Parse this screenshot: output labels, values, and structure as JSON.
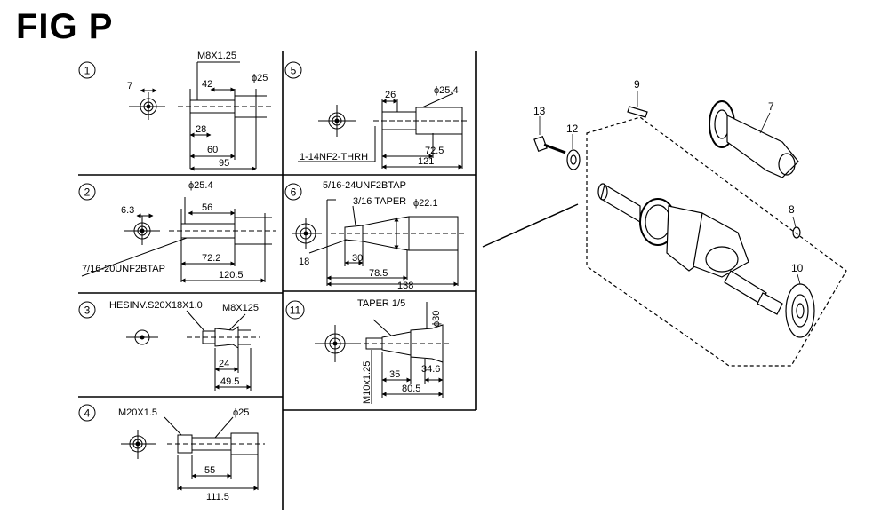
{
  "title": "FIG P",
  "panels": [
    {
      "id": "1",
      "dims": [
        "M8X1.25",
        "7",
        "42",
        "ϕ25",
        "28",
        "60",
        "95"
      ]
    },
    {
      "id": "2",
      "dims": [
        "ϕ25.4",
        "6.3",
        "56",
        "72.2",
        "120.5",
        "7/16-20UNF2BTAP"
      ]
    },
    {
      "id": "3",
      "dims": [
        "HESINV.S20X18X1.0",
        "M8X125",
        "24",
        "49.5"
      ]
    },
    {
      "id": "4",
      "dims": [
        "M20X1.5",
        "ϕ25",
        "55",
        "111.5"
      ]
    },
    {
      "id": "5",
      "dims": [
        "26",
        "ϕ25.4",
        "72.5",
        "121",
        "1-14NF2-THRH"
      ]
    },
    {
      "id": "6",
      "dims": [
        "5/16-24UNF2BTAP",
        "3/16 TAPER",
        "ϕ22.1",
        "18",
        "30",
        "78.5",
        "138"
      ]
    },
    {
      "id": "11",
      "dims": [
        "TAPER 1/5",
        "ϕ30",
        "M10x1.25",
        "35",
        "34.6",
        "80.5"
      ]
    }
  ],
  "callouts": [
    "13",
    "12",
    "9",
    "7",
    "8",
    "10"
  ]
}
